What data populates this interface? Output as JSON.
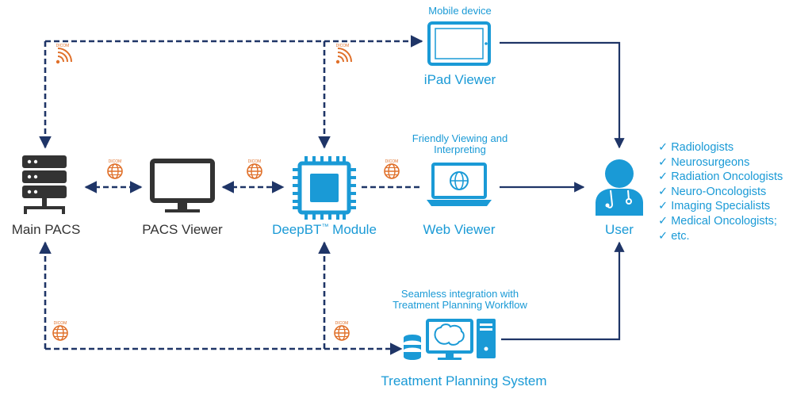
{
  "colors": {
    "navy": "#1f3567",
    "blue": "#1a9ad6",
    "dark": "#333333",
    "orange": "#e0702a"
  },
  "nodes": {
    "main_pacs": {
      "label": "Main PACS",
      "icon": "server-rack-icon"
    },
    "pacs_viewer": {
      "label": "PACS Viewer",
      "icon": "monitor-icon"
    },
    "deepbt": {
      "label": "DeepBT",
      "trademark": "™",
      "label_suffix": " Module",
      "icon": "cpu-chip-icon"
    },
    "ipad_viewer": {
      "label": "iPad Viewer",
      "caption": "Mobile device",
      "icon": "tablet-icon"
    },
    "web_viewer": {
      "label": "Web Viewer",
      "caption_line1": "Friendly Viewing and",
      "caption_line2": "Interpreting",
      "icon": "laptop-globe-icon"
    },
    "tps": {
      "label": "Treatment Planning System",
      "caption_line1": "Seamless integration with",
      "caption_line2": "Treatment Planning Workflow",
      "icon": "workstation-brain-icon"
    },
    "user": {
      "label": "User",
      "icon": "doctor-icon"
    }
  },
  "users": [
    "Radiologists",
    "Neurosurgeons",
    "Radiation Oncologists",
    "Neuro-Oncologists",
    "Imaging Specialists",
    "Medical Oncologists;",
    "etc."
  ],
  "dicom_badge": {
    "text": "DICOM",
    "icons": [
      "dicom-wireless-icon",
      "dicom-globe-icon"
    ]
  }
}
